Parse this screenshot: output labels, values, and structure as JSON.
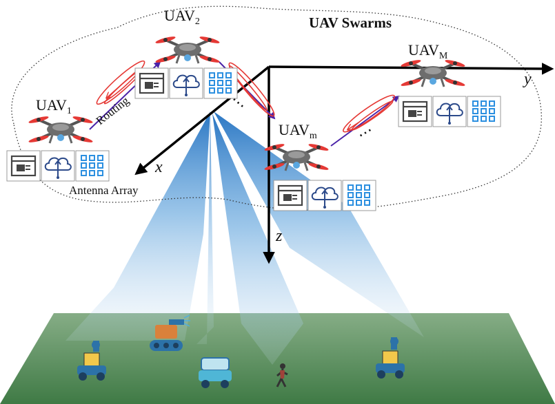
{
  "title": "UAV Swarms",
  "uavs": [
    {
      "base": "UAV",
      "sub": "1"
    },
    {
      "base": "UAV",
      "sub": "2"
    },
    {
      "base": "UAV",
      "sub": "m"
    },
    {
      "base": "UAV",
      "sub": "M"
    }
  ],
  "labels": {
    "routing": "Routing",
    "antenna": "Antenna Array",
    "ellipsis": "⋯"
  },
  "axes": {
    "x": "x",
    "y": "y",
    "z": "z"
  },
  "colors": {
    "rotor": "#e53935",
    "body": "#6d6d6d",
    "routing_arrow": "#5b2bb5",
    "beam": "#2a7fc8",
    "ground": "#6e9a6e",
    "grid_icon": "#2b8fe0"
  }
}
